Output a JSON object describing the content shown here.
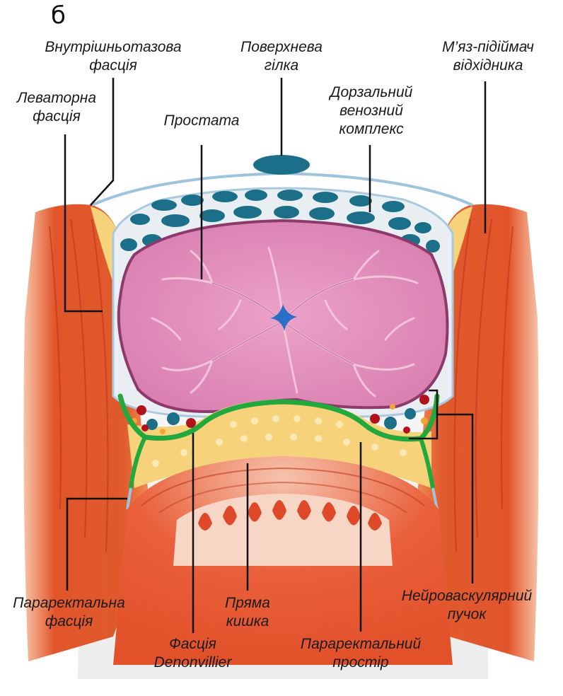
{
  "panel_letter": "б",
  "labels": {
    "intrapelvic_fascia": [
      "Внутрішньотазова",
      "фасція"
    ],
    "superficial_branch": [
      "Поверхнева",
      "гілка"
    ],
    "levator_ani": [
      "М’яз-підіймач",
      "відхідника"
    ],
    "levator_fascia": [
      "Леваторна",
      "фасція"
    ],
    "dorsal_venous_complex": [
      "Дорзальний",
      "венозний",
      "комплекс"
    ],
    "prostate": [
      "Простата"
    ],
    "pararectal_fascia": [
      "Параректальна",
      "фасція"
    ],
    "rectum": [
      "Пряма",
      "кишка"
    ],
    "neurovascular_bundle": [
      "Нейроваскулярний",
      "пучок"
    ],
    "denonvilliers_fascia": [
      "Фасція",
      "Denonvillier"
    ],
    "pararectal_space": [
      "Параректальний",
      "простір"
    ]
  },
  "colors": {
    "muscle": "#e0542a",
    "prostate": "#de86b4",
    "veins": "#1c6f88",
    "fascia_line": "#22a83c",
    "fat": "#f6d27a",
    "urethra": "#2a6fc7",
    "artery": "#b3121b"
  }
}
